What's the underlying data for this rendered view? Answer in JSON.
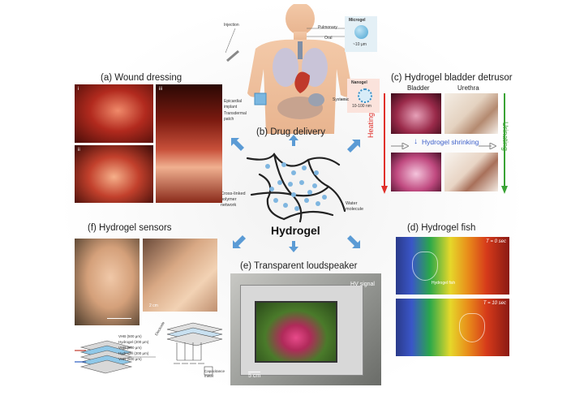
{
  "center_title": "Hydrogel",
  "network_labels": {
    "polymer": "Cross-linked\npolymer\nnetwork",
    "water": "Water\nmolecule"
  },
  "panels": {
    "a": {
      "title": "(a)  Wound dressing",
      "tags": [
        "i",
        "iii",
        "ii"
      ]
    },
    "b": {
      "title": "(b)  Drug delivery",
      "labels": {
        "injection": "Injection",
        "pulmonary": "Pulmonary",
        "oral": "Oral",
        "microgel": "Microgel",
        "microgel_size": "~10 μm",
        "epicardial": "Epicardial\nimplant",
        "transdermal": "Transdermal\npatch",
        "nanogel": "Nanogel",
        "nanogel_size": "10-100 nm",
        "systemic": "Systemic"
      }
    },
    "c": {
      "title": "(c)  Hydrogel bladder detrusor",
      "bladder": "Bladder",
      "urethra": "Urethra",
      "heating": "Heating",
      "shrinking": "Hydrogel shrinking",
      "urinating": "Urinating"
    },
    "d": {
      "title": "(d)  Hydrogel fish",
      "t0": "T = 0 sec",
      "t10": "T = 10 sec",
      "fish": "Hydrogel fish"
    },
    "e": {
      "title": "(e)  Transparent loudspeaker",
      "hv": "HV signal",
      "scale": "5 cm"
    },
    "f": {
      "title": "(f)  Hydrogel sensors",
      "scale": "2 cm",
      "layers": [
        "VHB (500 μm)",
        "Hydrogel (200 μm)",
        "VHB (500 μm)",
        "Hydrogel (200 μm)",
        "VHB (500 μm)"
      ],
      "electrode": "Electrode",
      "capacitance": "Capacitance\nmeter"
    }
  },
  "colors": {
    "arrow": "#5b9bd5",
    "heating": "#e0302a",
    "urinating": "#3aa335",
    "shrinking": "#3b5ec9"
  }
}
